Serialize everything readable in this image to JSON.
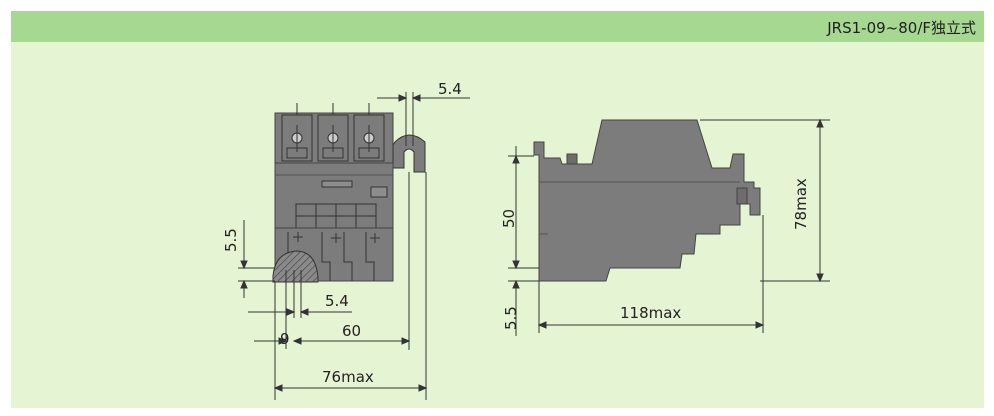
{
  "header": {
    "model_label": "JRS1-09~80/F独立式"
  },
  "front_view": {
    "dim_top_right": "5.4",
    "dim_left_height": "5.5",
    "dim_bottom_inner": "5.4",
    "dim_bottom_small": "9",
    "dim_bottom_mid": "60",
    "dim_overall_width": "76max"
  },
  "side_view": {
    "dim_height_inner": "50",
    "dim_height_overall": "78max",
    "dim_base_offset": "5.5",
    "dim_length_overall": "118max"
  },
  "colors": {
    "background": "#e5f4d2",
    "header_bar": "#a7d892",
    "body_fill": "#7c7c7c",
    "body_dark": "#666666",
    "line": "#333333"
  }
}
